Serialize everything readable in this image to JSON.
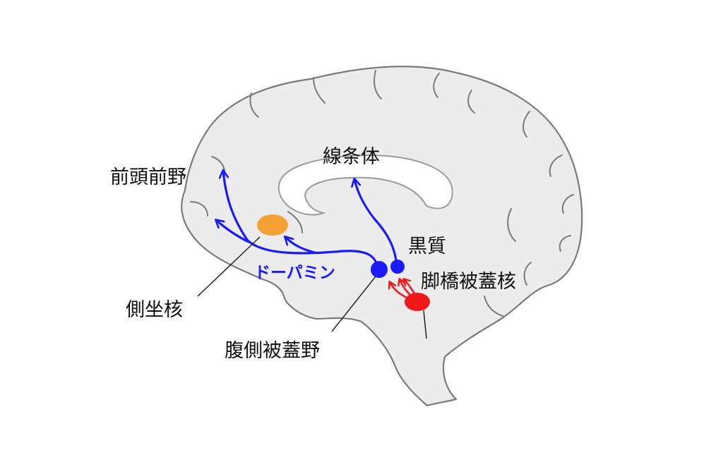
{
  "labels": {
    "prefrontal": "前頭前野",
    "striatum": "線条体",
    "substantia_nigra": "黒質",
    "pedunculopontine": "脚橋被蓋核",
    "dopamine": "ドーパミン",
    "nucleus_accumbens": "側坐核",
    "vta": "腹側被蓋野"
  },
  "colors": {
    "brain_fill": "#ececec",
    "brain_outline": "#7a7a7a",
    "dopamine_pathway": "#1a1aff",
    "input_pathway": "#f01818",
    "nucleus_accumbens": "#f5a033"
  }
}
